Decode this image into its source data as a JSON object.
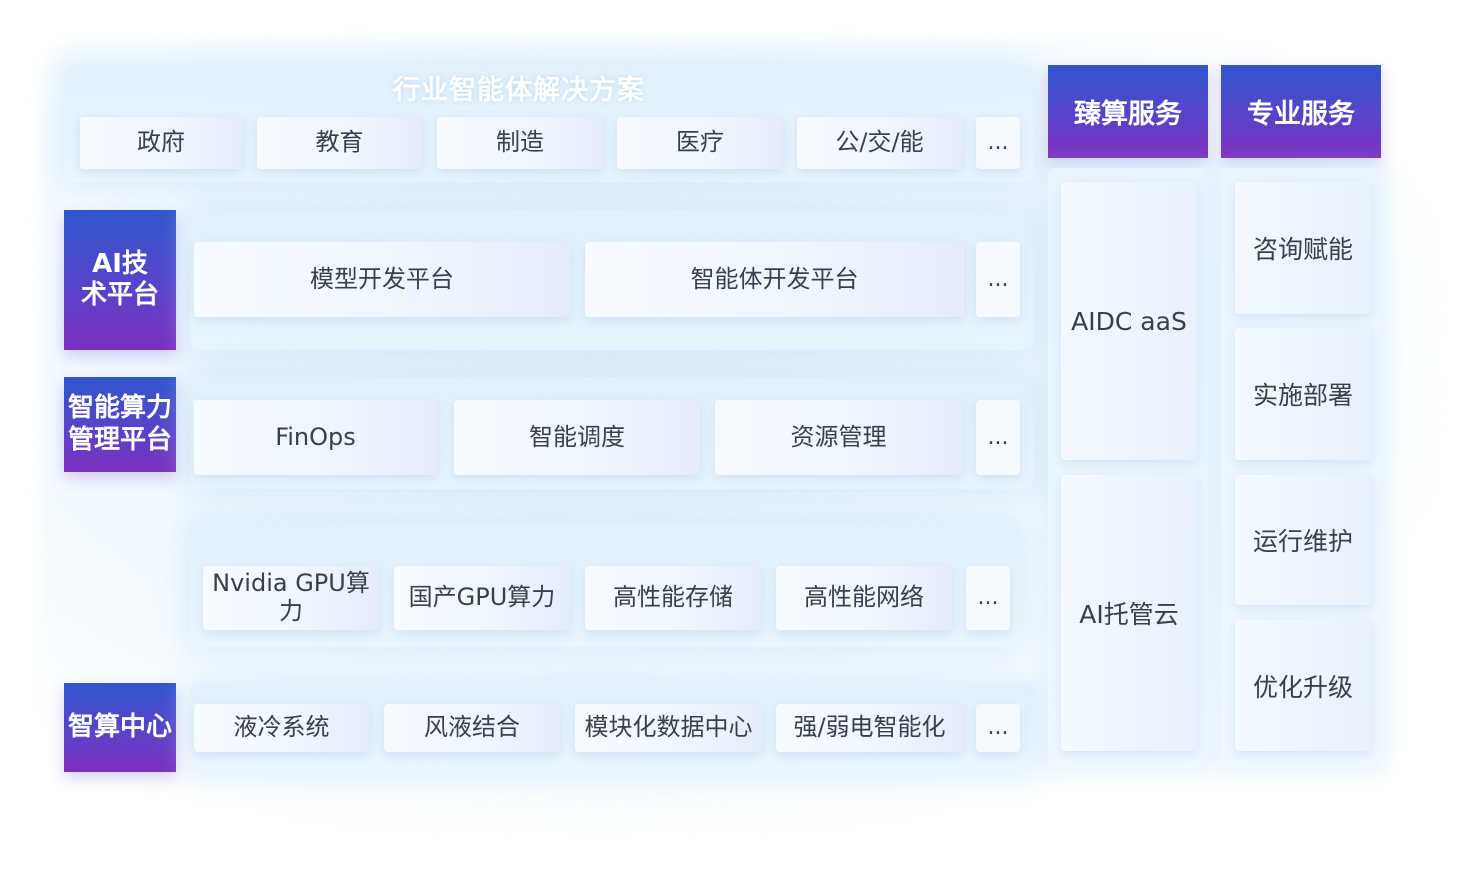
{
  "industry": {
    "title": "行业智能体解决方案",
    "items": [
      "政府",
      "教育",
      "制造",
      "医疗",
      "公/交/能",
      "..."
    ]
  },
  "ai_platform": {
    "label": "AI技术平台",
    "items": [
      "模型开发平台",
      "智能体开发平台",
      "..."
    ]
  },
  "compute_platform": {
    "label": "智能算力管理平台",
    "items": [
      "FinOps",
      "智能调度",
      "资源管理",
      "..."
    ],
    "resources": [
      "Nvidia GPU算力",
      "国产GPU算力",
      "高性能存储",
      "高性能网络",
      "..."
    ]
  },
  "datacenter": {
    "label": "智算中心",
    "items": [
      "液冷系统",
      "风液结合",
      "模块化数据中心",
      "强/弱电智能化",
      "..."
    ]
  },
  "zhensuan": {
    "title": "臻算服务",
    "items": [
      "AIDC aaS",
      "AI托管云"
    ]
  },
  "professional": {
    "title": "专业服务",
    "items": [
      "咨询赋能",
      "实施部署",
      "运行维护",
      "优化升级"
    ]
  },
  "colors": {
    "label_gradient_top": "#2f56cc",
    "label_gradient_bottom": "#7c2fbf",
    "band": "#e2f0fd",
    "text": "#3a3f4c"
  }
}
